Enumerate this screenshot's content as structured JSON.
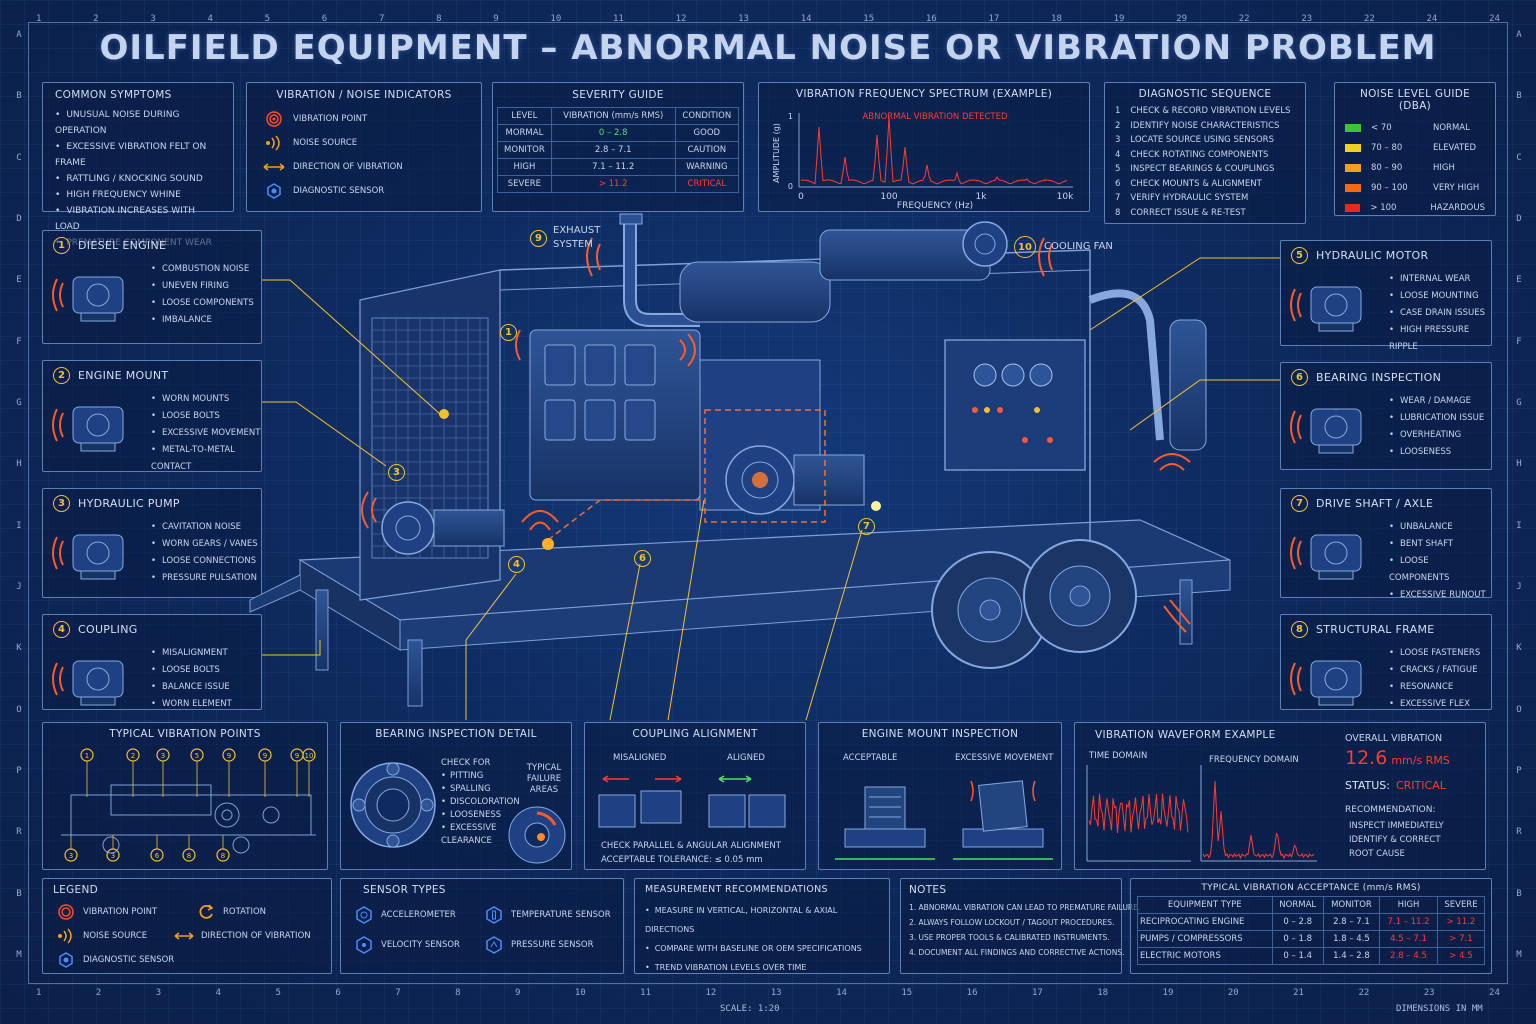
{
  "title": "OILFIELD EQUIPMENT – ABNORMAL NOISE OR VIBRATION PROBLEM",
  "ruler_cols": [
    "1",
    "2",
    "3",
    "4",
    "5",
    "6",
    "7",
    "8",
    "9",
    "10",
    "11",
    "12",
    "13",
    "14",
    "15",
    "16",
    "17",
    "18",
    "19",
    "20",
    "21",
    "22",
    "23",
    "24"
  ],
  "ruler_top_cols": [
    "1",
    "2",
    "3",
    "4",
    "5",
    "6",
    "7",
    "8",
    "9",
    "10",
    "11",
    "12",
    "13",
    "14",
    "15",
    "16",
    "17",
    "18",
    "19",
    "29",
    "22",
    "23",
    "22",
    "24",
    "24"
  ],
  "ruler_rows": [
    "A",
    "B",
    "C",
    "D",
    "E",
    "F",
    "G",
    "H",
    "I",
    "J",
    "K",
    "O",
    "P",
    "R",
    "B",
    "M"
  ],
  "symptoms": {
    "title": "COMMON SYMPTOMS",
    "items": [
      "UNUSUAL NOISE DURING OPERATION",
      "EXCESSIVE VIBRATION FELT ON FRAME",
      "RATTLING / KNOCKING SOUND",
      "HIGH FREQUENCY WHINE",
      "VIBRATION INCREASES WITH LOAD",
      "PREMATURE COMPONENT WEAR"
    ]
  },
  "indicators": {
    "title": "VIBRATION / NOISE INDICATORS",
    "items": [
      "VIBRATION POINT",
      "NOISE SOURCE",
      "DIRECTION OF VIBRATION",
      "DIAGNOSTIC SENSOR"
    ]
  },
  "severity": {
    "title": "SEVERITY GUIDE",
    "headers": [
      "LEVEL",
      "VIBRATION (mm/s RMS)",
      "CONDITION"
    ],
    "rows": [
      {
        "level": "MORMAL",
        "vib": "0 – 2.8",
        "cond": "GOOD"
      },
      {
        "level": "MONITOR",
        "vib": "2.8 – 7.1",
        "cond": "CAUTION"
      },
      {
        "level": "HIGH",
        "vib": "7.1 – 11.2",
        "cond": "WARNING"
      },
      {
        "level": "SEVERE",
        "vib": "> 11.2",
        "cond": "CRITICAL"
      }
    ]
  },
  "spectrum": {
    "title": "VIBRATION FREQUENCY SPECTRUM (EXAMPLE)",
    "alert": "ABNORMAL VIBRATION DETECTED",
    "ylabel": "AMPLITUDE (g)",
    "xlabel": "FREQUENCY (Hz)",
    "xticks": [
      "0",
      "100",
      "1k",
      "10k"
    ],
    "ytop": "1",
    "ybottom": "0"
  },
  "sequence": {
    "title": "DIAGNOSTIC SEQUENCE",
    "items": [
      "CHECK & RECORD VIBRATION LEVELS",
      "IDENTIFY NOISE CHARACTERISTICS",
      "LOCATE SOURCE USING SENSORS",
      "CHECK ROTATING COMPONENTS",
      "INSPECT BEARINGS & COUPLINGS",
      "CHECK MOUNTS & ALIGNMENT",
      "VERIFY HYDRAULIC SYSTEM",
      "CORRECT ISSUE & RE-TEST"
    ],
    "numbers": [
      "1",
      "2",
      "3",
      "4",
      "5",
      "6",
      "7",
      "8"
    ]
  },
  "noise_guide": {
    "title": "NOISE LEVEL GUIDE (dBA)",
    "rows": [
      {
        "range": "< 70",
        "label": "NORMAL",
        "color": "#3ec23a"
      },
      {
        "range": "70 – 80",
        "label": "ELEVATED",
        "color": "#f0d020"
      },
      {
        "range": "80 – 90",
        "label": "HIGH",
        "color": "#f0a020"
      },
      {
        "range": "90 – 100",
        "label": "VERY HIGH",
        "color": "#f06a1a"
      },
      {
        "range": "> 100",
        "label": "HAZARDOUS",
        "color": "#e62a20"
      }
    ]
  },
  "components_left": [
    {
      "num": "1",
      "title": "DIESEL ENGINE",
      "items": [
        "COMBUSTION NOISE",
        "UNEVEN FIRING",
        "LOOSE COMPONENTS",
        "IMBALANCE"
      ]
    },
    {
      "num": "2",
      "title": "ENGINE MOUNT",
      "items": [
        "WORN MOUNTS",
        "LOOSE BOLTS",
        "EXCESSIVE MOVEMENT",
        "METAL-TO-METAL CONTACT"
      ]
    },
    {
      "num": "3",
      "title": "HYDRAULIC PUMP",
      "items": [
        "CAVITATION NOISE",
        "WORN GEARS / VANES",
        "LOOSE CONNECTIONS",
        "PRESSURE PULSATION"
      ]
    },
    {
      "num": "4",
      "title": "COUPLING",
      "items": [
        "MISALIGNMENT",
        "LOOSE BOLTS",
        "BALANCE ISSUE",
        "WORN ELEMENT"
      ]
    }
  ],
  "components_right": [
    {
      "num": "5",
      "title": "HYDRAULIC MOTOR",
      "items": [
        "INTERNAL WEAR",
        "LOOSE MOUNTING",
        "CASE DRAIN ISSUES",
        "HIGH PRESSURE RIPPLE"
      ]
    },
    {
      "num": "6",
      "title": "BEARING INSPECTION",
      "items": [
        "WEAR / DAMAGE",
        "LUBRICATION ISSUE",
        "OVERHEATING",
        "LOOSENESS"
      ]
    },
    {
      "num": "7",
      "title": "DRIVE SHAFT / AXLE",
      "items": [
        "UNBALANCE",
        "BENT SHAFT",
        "LOOSE COMPONENTS",
        "EXCESSIVE RUNOUT"
      ]
    },
    {
      "num": "8",
      "title": "STRUCTURAL FRAME",
      "items": [
        "LOOSE FASTENERS",
        "CRACKS / FATIGUE",
        "RESONANCE",
        "EXCESSIVE FLEX"
      ]
    }
  ],
  "machine": {
    "exhaust_num": "9",
    "exhaust_label": "EXHAUST SYSTEM",
    "fan_num": "10",
    "fan_label": "COOLING FAN",
    "callouts": [
      "1",
      "3",
      "4",
      "6",
      "7"
    ]
  },
  "typical_points": {
    "title": "TYPICAL VIBRATION POINTS",
    "top": [
      "1",
      "2",
      "3",
      "5",
      "9",
      "9",
      "9",
      "10"
    ],
    "bottom": [
      "3",
      "3",
      "6",
      "8",
      "8"
    ]
  },
  "bearing_detail": {
    "title": "BEARING INSPECTION DETAIL",
    "check_for": "CHECK FOR",
    "items": [
      "PITTING",
      "SPALLING",
      "DISCOLORATION",
      "LOOSENESS",
      "EXCESSIVE CLEARANCE"
    ],
    "failure_label": "TYPICAL FAILURE AREAS"
  },
  "coupling_alignment": {
    "title": "COUPLING ALIGNMENT",
    "misaligned": "MISALIGNED",
    "aligned": "ALIGNED",
    "note1": "CHECK PARALLEL & ANGULAR ALIGNMENT",
    "note2": "ACCEPTABLE TOLERANCE: ≤ 0.05 mm"
  },
  "mount_inspection": {
    "title": "ENGINE MOUNT INSPECTION",
    "acceptable": "ACCEPTABLE",
    "excessive": "EXCESSIVE MOVEMENT"
  },
  "waveform": {
    "title": "VIBRATION WAVEFORM EXAMPLE",
    "time_label": "TIME DOMAIN",
    "freq_label": "FREQUENCY DOMAIN",
    "overall_label": "OVERALL VIBRATION",
    "overall_value": "12.6",
    "overall_unit": "mm/s RMS",
    "status_label": "STATUS:",
    "status_value": "CRITICAL",
    "rec_label": "RECOMMENDATION:",
    "rec_items": [
      "INSPECT IMMEDIATELY",
      "IDENTIFY & CORRECT",
      "ROOT CAUSE"
    ]
  },
  "legend": {
    "title": "LEGEND",
    "items": [
      "VIBRATION POINT",
      "ROTATION",
      "NOISE SOURCE",
      "DIRECTION OF VIBRATION",
      "DIAGNOSTIC SENSOR"
    ]
  },
  "sensors": {
    "title": "SENSOR TYPES",
    "items": [
      "ACCELEROMETER",
      "TEMPERATURE SENSOR",
      "VELOCITY SENSOR",
      "PRESSURE SENSOR"
    ]
  },
  "measurement": {
    "title": "MEASUREMENT RECOMMENDATIONS",
    "items": [
      "MEASURE IN VERTICAL, HORIZONTAL & AXIAL DIRECTIONS",
      "COMPARE WITH BASELINE OR OEM SPECIFICATIONS",
      "TREND VIBRATION LEVELS OVER TIME"
    ]
  },
  "notes": {
    "title": "NOTES",
    "items": [
      "1. ABNORMAL VIBRATION CAN LEAD TO PREMATURE FAILURE.",
      "2. ALWAYS FOLLOW LOCKOUT / TAGOUT PROCEDURES.",
      "3. USE PROPER TOOLS & CALIBRATED INSTRUMENTS.",
      "4. DOCUMENT ALL FINDINGS AND CORRECTIVE ACTIONS."
    ]
  },
  "acceptance": {
    "title": "TYPICAL VIBRATION ACCEPTANCE (mm/s RMS)",
    "headers": [
      "EQUIPMENT TYPE",
      "NORMAL",
      "MONITOR",
      "HIGH",
      "SEVERE"
    ],
    "rows": [
      [
        "RECIPROCATING ENGINE",
        "0 – 2.8",
        "2.8 – 7.1",
        "7.1 – 11.2",
        "> 11.2"
      ],
      [
        "PUMPS / COMPRESSORS",
        "0 – 1.8",
        "1.8 – 4.5",
        "4.5 – 7.1",
        "> 7.1"
      ],
      [
        "ELECTRIC MOTORS",
        "0 – 1.4",
        "1.4 – 2.8",
        "2.8 – 4.5",
        "> 4.5"
      ]
    ]
  },
  "footer": {
    "scale": "SCALE: 1:20",
    "dims": "DIMENSIONS IN MM"
  },
  "colors": {
    "accent": "#f2c12e",
    "alert": "#ff3b2f",
    "line": "#5e7fb6",
    "good": "#4ee06a"
  }
}
